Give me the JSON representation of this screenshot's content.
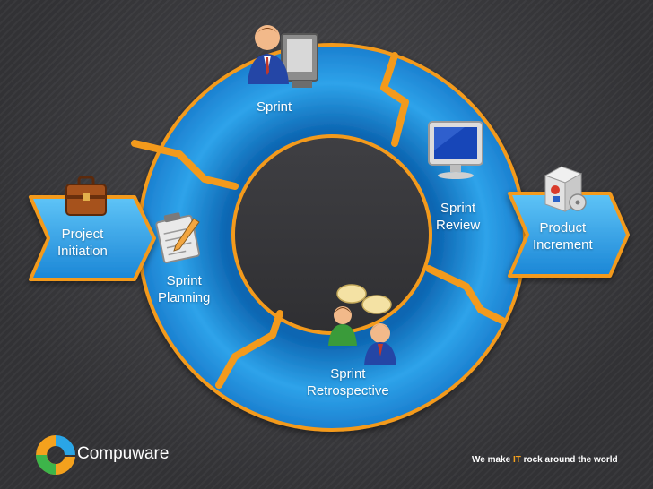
{
  "diagram": {
    "nodes": {
      "sprint": "Sprint",
      "sprint_review": [
        "Sprint",
        "Review"
      ],
      "sprint_planning": [
        "Sprint",
        "Planning"
      ],
      "sprint_retrospective": [
        "Sprint",
        "Retrospective"
      ],
      "project_initiation": [
        "Project",
        "Initiation"
      ],
      "product_increment": [
        "Product",
        "Increment"
      ]
    },
    "icons": [
      "person-at-computer-icon",
      "monitor-icon",
      "briefcase-icon",
      "clipboard-icon",
      "two-people-talking-icon",
      "product-box-icon"
    ]
  },
  "footer": {
    "brand": "Compuware",
    "tagline_parts": [
      "We make ",
      "IT",
      " rock around the world"
    ]
  },
  "colors": {
    "ring_blue": "#1f8fdc",
    "ring_light": "#5cc0f5",
    "divider_orange": "#f39a1c",
    "background": "#3b3b3f"
  }
}
